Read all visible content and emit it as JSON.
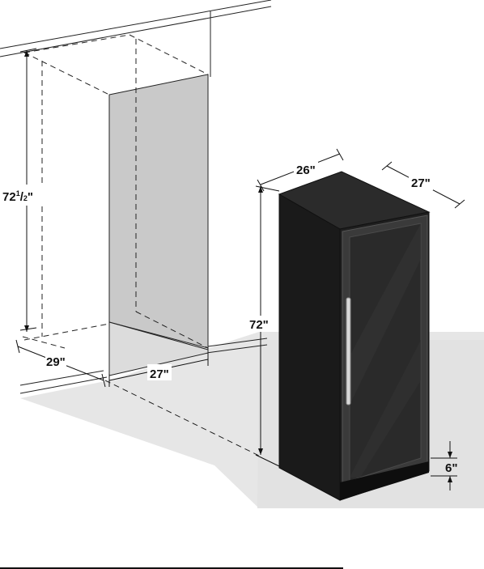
{
  "diagram": {
    "labels": {
      "cutout_height": {
        "main": "72",
        "super": "1",
        "slash": "/",
        "sub": "2",
        "inch": "\""
      },
      "cutout_depth": "29\"",
      "cutout_width": "27\"",
      "unit_width": "26\"",
      "unit_depth": "27\"",
      "unit_height": "72\"",
      "kick_height": "6\""
    }
  }
}
